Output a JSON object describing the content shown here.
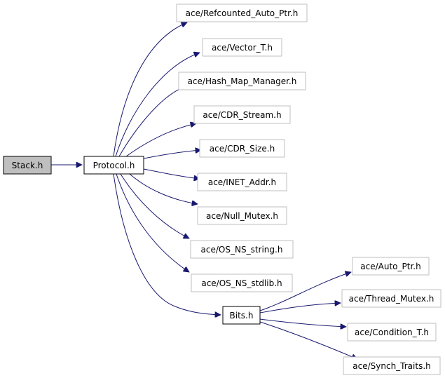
{
  "nodes": {
    "stack": "Stack.h",
    "protocol": "Protocol.h",
    "refcounted": "ace/Refcounted_Auto_Ptr.h",
    "vector": "ace/Vector_T.h",
    "hashmap": "ace/Hash_Map_Manager.h",
    "cdr_stream": "ace/CDR_Stream.h",
    "cdr_size": "ace/CDR_Size.h",
    "inet": "ace/INET_Addr.h",
    "null_mutex": "ace/Null_Mutex.h",
    "os_string": "ace/OS_NS_string.h",
    "os_stdlib": "ace/OS_NS_stdlib.h",
    "bits": "Bits.h",
    "auto_ptr": "ace/Auto_Ptr.h",
    "thread_mutex": "ace/Thread_Mutex.h",
    "condition": "ace/Condition_T.h",
    "synch_traits": "ace/Synch_Traits.h"
  },
  "edges": [
    [
      "stack",
      "protocol"
    ],
    [
      "protocol",
      "refcounted"
    ],
    [
      "protocol",
      "vector"
    ],
    [
      "protocol",
      "hashmap"
    ],
    [
      "protocol",
      "cdr_stream"
    ],
    [
      "protocol",
      "cdr_size"
    ],
    [
      "protocol",
      "inet"
    ],
    [
      "protocol",
      "null_mutex"
    ],
    [
      "protocol",
      "os_string"
    ],
    [
      "protocol",
      "os_stdlib"
    ],
    [
      "protocol",
      "bits"
    ],
    [
      "bits",
      "auto_ptr"
    ],
    [
      "bits",
      "thread_mutex"
    ],
    [
      "bits",
      "condition"
    ],
    [
      "bits",
      "synch_traits"
    ]
  ],
  "colors": {
    "edge": "#191970",
    "highlighted_node_fill": "#bfbfbf",
    "external_node_border": "#bfbfbf"
  }
}
